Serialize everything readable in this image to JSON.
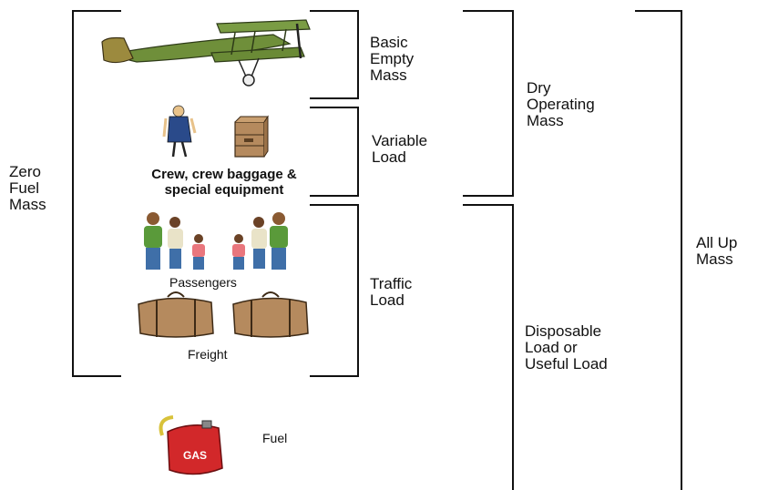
{
  "labels": {
    "zero_fuel_mass": [
      "Zero",
      "Fuel",
      "Mass"
    ],
    "basic_empty_mass": [
      "Basic",
      "Empty",
      "Mass"
    ],
    "variable_load": [
      "Variable",
      "Load"
    ],
    "traffic_load": [
      "Traffic",
      "Load"
    ],
    "dry_operating_mass": [
      "Dry",
      "Operating",
      "Mass"
    ],
    "disposable_load": [
      "Disposable",
      "Load or",
      "Useful Load"
    ],
    "all_up_mass": [
      "All Up",
      "Mass"
    ]
  },
  "captions": {
    "crew": [
      "Crew, crew baggage &",
      "special equipment"
    ],
    "passengers": "Passengers",
    "freight": "Freight",
    "fuel": "Fuel",
    "gas_can": "GAS"
  },
  "colors": {
    "plane": "#6f8f3a",
    "people_shirt": "#5a9a3a",
    "people_pants": "#3f6fa8",
    "bag": "#b58a5e",
    "can": "#d2282a"
  }
}
